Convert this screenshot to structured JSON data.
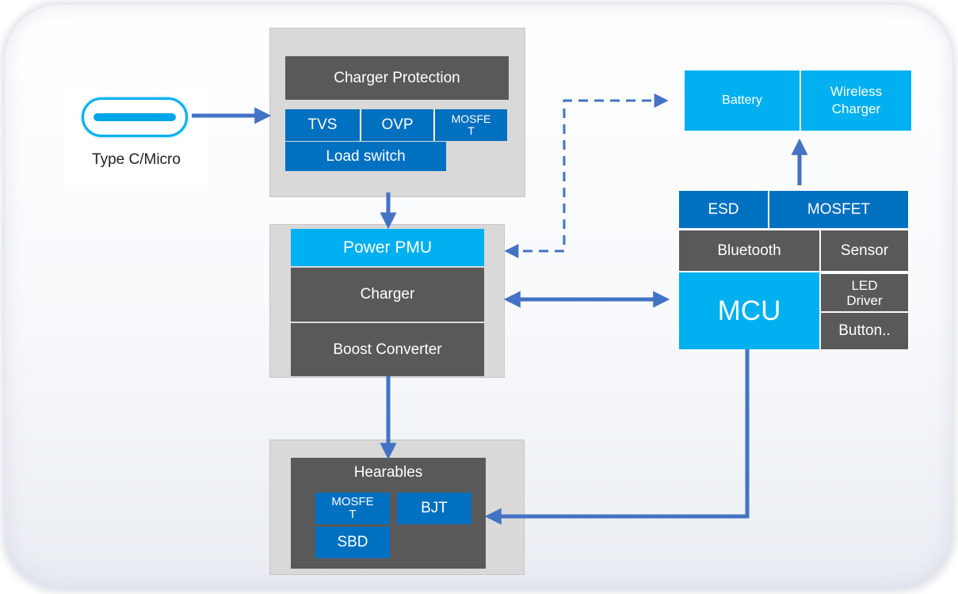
{
  "usb": {
    "label": "Type C/Micro"
  },
  "protection": {
    "title": "Charger Protection",
    "tvs": "TVS",
    "ovp": "OVP",
    "mosfet": "MOSFE\nT",
    "load_switch": "Load switch"
  },
  "pmu": {
    "title": "Power PMU",
    "charger": "Charger",
    "boost": "Boost Converter"
  },
  "hearables": {
    "title": "Hearables",
    "mosfet": "MOSFE\nT",
    "bjt": "BJT",
    "sbd": "SBD"
  },
  "battery_group": {
    "battery": "Battery",
    "wireless": "Wireless\nCharger"
  },
  "mcu_group": {
    "esd": "ESD",
    "mosfet": "MOSFET",
    "bluetooth": "Bluetooth",
    "sensor": "Sensor",
    "mcu": "MCU",
    "led_driver": "LED\nDriver",
    "button": "Button.."
  },
  "colors": {
    "arrow": "#4472c4",
    "dark_block": "#595959",
    "blue_block": "#0070c0",
    "cyan_block": "#00b0f0",
    "group_bg": "#d9d9d9"
  }
}
